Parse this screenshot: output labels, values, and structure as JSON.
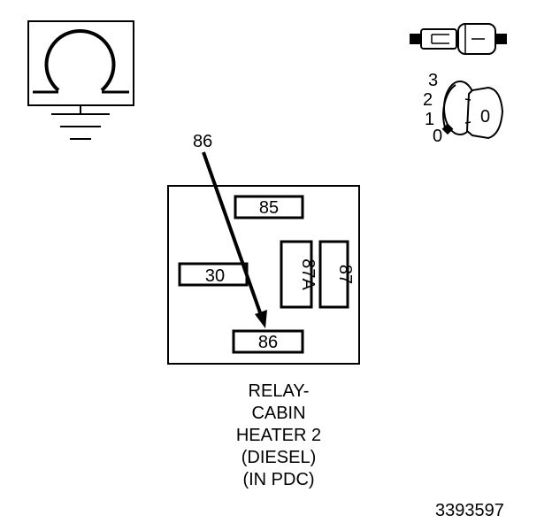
{
  "diagram": {
    "pin_callout": "86",
    "pins": {
      "p85": "85",
      "p30": "30",
      "p87a": "87A",
      "p87": "87",
      "p86": "86"
    },
    "caption": {
      "line1": "RELAY-",
      "line2": "CABIN",
      "line3": "HEATER 2",
      "line4": "(DIESEL)",
      "line5": "(IN PDC)"
    },
    "figure_number": "3393597",
    "ignition": {
      "key_label": "0",
      "positions": [
        "3",
        "2",
        "1",
        "0"
      ]
    }
  },
  "symbols": [
    "ground-ohm-symbol-icon",
    "connector-icon",
    "ignition-key-icon",
    "arrow-icon"
  ]
}
